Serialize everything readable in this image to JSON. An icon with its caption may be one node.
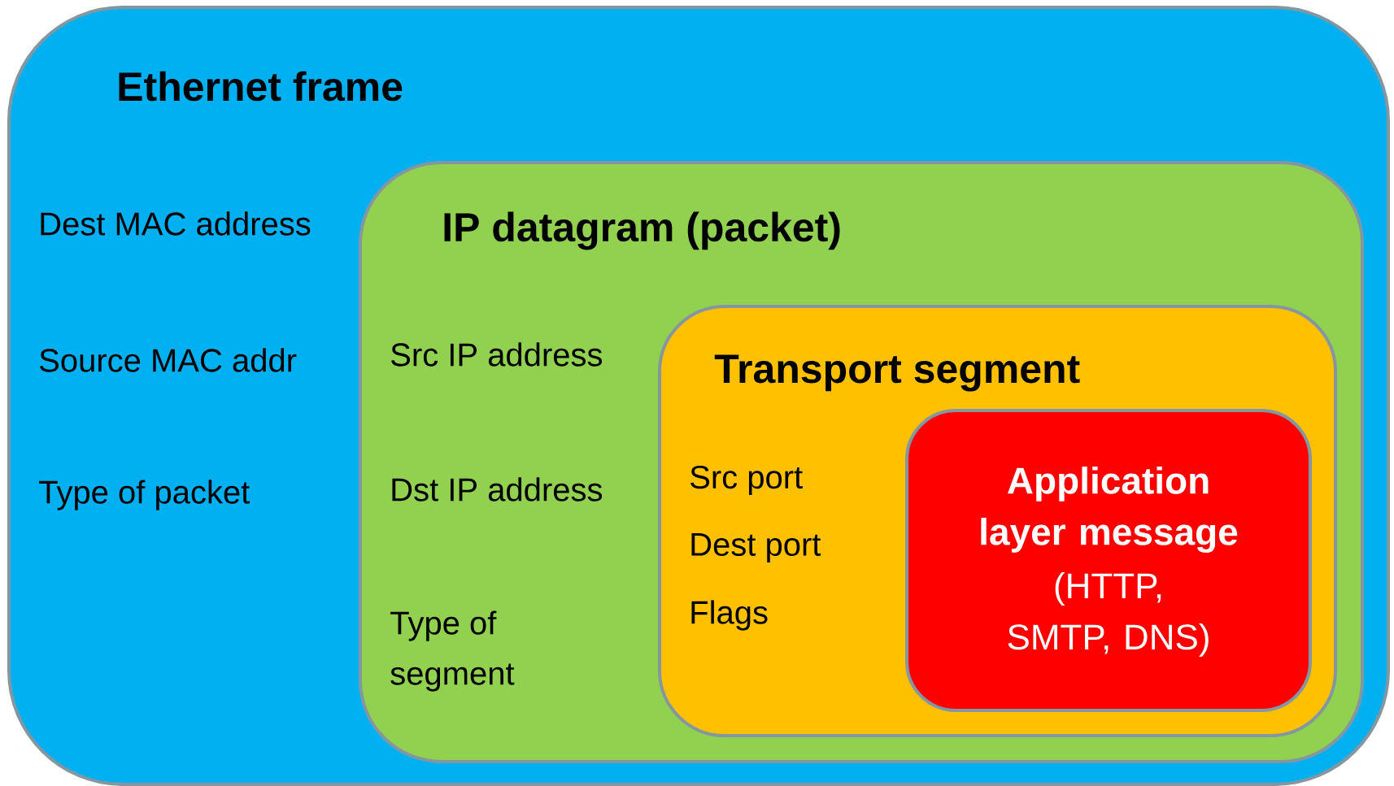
{
  "diagram": {
    "nodes": [
      {
        "text": [
          "Ethernet frame",
          "Dest MAC address",
          "Source MAC addr",
          "Type of packet"
        ]
      },
      {
        "text": [
          "IP datagram (packet)",
          "Src IP address",
          "Dst IP address",
          "Type of segment"
        ],
        "in": 0
      },
      {
        "text": [
          "Transport segment",
          "Src port",
          "Dest port",
          "Flags"
        ],
        "in": 1
      },
      {
        "text": [
          "Application layer message",
          "(HTTP, SMTP, DNS)"
        ],
        "in": 2
      }
    ]
  }
}
